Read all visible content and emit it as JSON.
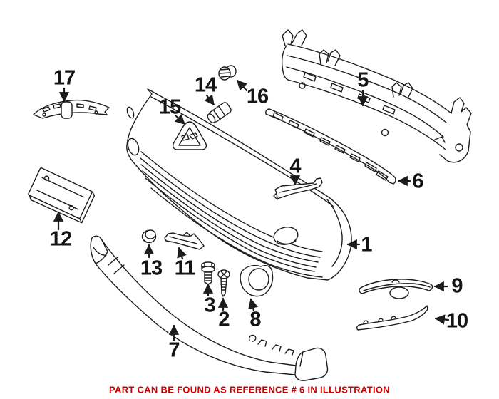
{
  "diagram": {
    "background_color": "#ffffff",
    "line_color": "#1c1c1c",
    "note": {
      "text": "PART CAN BE FOUND AS REFERENCE # 6 IN ILLUSTRATION",
      "color": "#cc0000"
    },
    "callouts": [
      {
        "label": "1"
      },
      {
        "label": "2"
      },
      {
        "label": "3"
      },
      {
        "label": "4"
      },
      {
        "label": "5"
      },
      {
        "label": "6"
      },
      {
        "label": "7"
      },
      {
        "label": "8"
      },
      {
        "label": "9"
      },
      {
        "label": "10"
      },
      {
        "label": "11"
      },
      {
        "label": "12"
      },
      {
        "label": "13"
      },
      {
        "label": "14"
      },
      {
        "label": "15"
      },
      {
        "label": "16"
      },
      {
        "label": "17"
      }
    ]
  }
}
